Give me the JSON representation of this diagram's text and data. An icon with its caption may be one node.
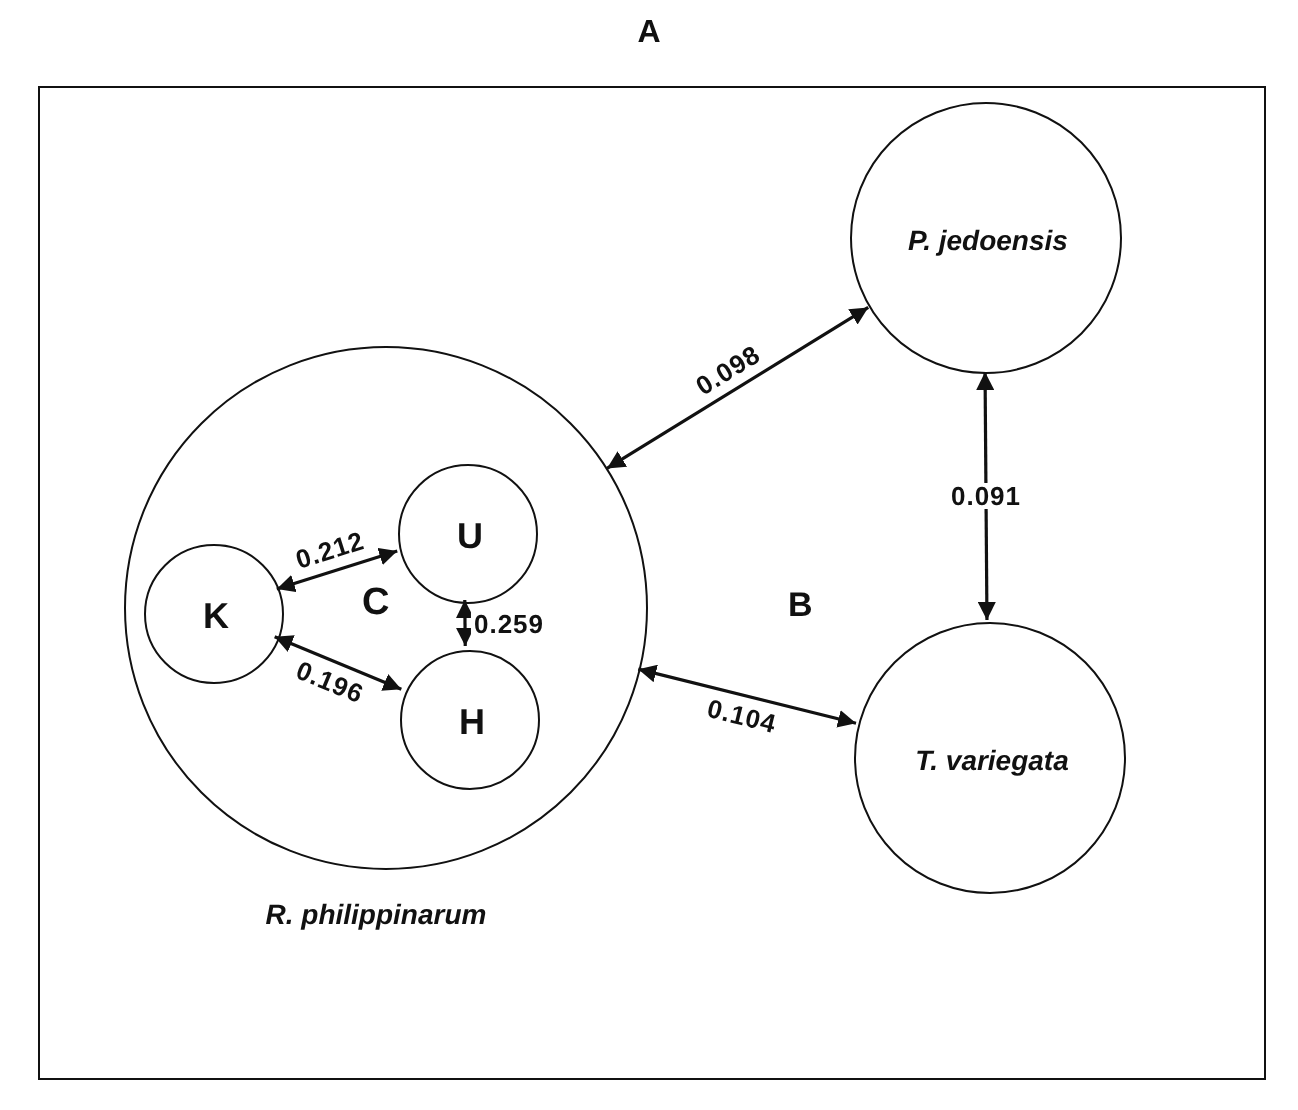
{
  "diagram": {
    "title": "A",
    "nodes": [
      {
        "text": [
          "B"
        ]
      },
      {
        "text": [
          "C",
          "R. philippinarum"
        ],
        "in": 0
      },
      {
        "text": [
          "K"
        ],
        "in": 1
      },
      {
        "text": [
          "U"
        ],
        "in": 1
      },
      {
        "text": [
          "H"
        ],
        "in": 1
      },
      {
        "text": [
          "P. jedoensis"
        ],
        "in": 0
      },
      {
        "text": [
          "T. variegata"
        ],
        "in": 0
      }
    ],
    "edges": [
      {
        "from": 2,
        "to": 3,
        "label": "0.212",
        "arrow": "both"
      },
      {
        "from": 3,
        "to": 4,
        "label": "0.259",
        "arrow": "both"
      },
      {
        "from": 2,
        "to": 4,
        "label": "0.196",
        "arrow": "both"
      },
      {
        "from": 1,
        "to": 5,
        "label": "0.098",
        "arrow": "both"
      },
      {
        "from": 5,
        "to": 6,
        "label": "0.091",
        "arrow": "both"
      },
      {
        "from": 1,
        "to": 6,
        "label": "0.104",
        "arrow": "both"
      }
    ]
  }
}
